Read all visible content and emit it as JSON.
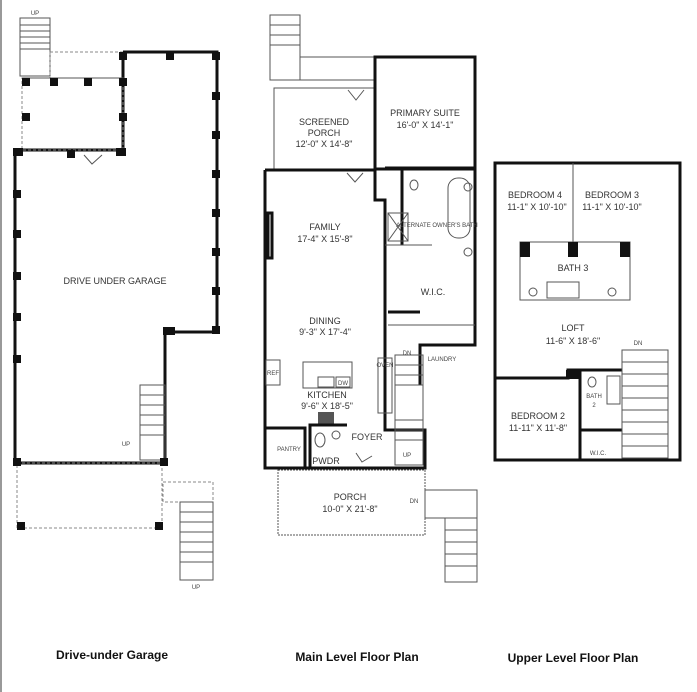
{
  "garage": {
    "room": "DRIVE UNDER GARAGE",
    "up_top": "UP",
    "up_stair": "UP",
    "up_bottom": "UP",
    "caption": "Drive-under Garage"
  },
  "main": {
    "screened_porch": {
      "name1": "SCREENED",
      "name2": "PORCH",
      "dims": "12'-0\" X 14'-8\""
    },
    "primary_suite": {
      "name": "PRIMARY SUITE",
      "dims": "16'-0\" X 14'-1\""
    },
    "family": {
      "name": "FAMILY",
      "dims": "17-4\" X 15'-8\""
    },
    "dining": {
      "name": "DINING",
      "dims": "9'-3\" X 17'-4\""
    },
    "kitchen": {
      "name": "KITCHEN",
      "dims": "9'-6\" X 18'-5\""
    },
    "wic": "W.I.C.",
    "laundry": "LAUNDRY",
    "foyer": "FOYER",
    "pwdr": "PWDR",
    "pantry": "PANTRY",
    "refrigerator": "REF",
    "oven": "OVEN",
    "dishwasher": "DW",
    "alt_bath": "ALTERNATE OWNER'S BATH",
    "dn_stair": "DN",
    "up_stair": "UP",
    "porch": {
      "name": "PORCH",
      "dims": "10-0\" X 21'-8\""
    },
    "porch_dn": "DN",
    "caption": "Main Level Floor Plan"
  },
  "upper": {
    "bedroom4": {
      "name": "BEDROOM 4",
      "dims": "11-1\" X 10'-10\""
    },
    "bedroom3": {
      "name": "BEDROOM 3",
      "dims": "11-1\" X 10'-10\""
    },
    "bath3": "BATH 3",
    "loft": {
      "name": "LOFT",
      "dims": "11-6\" X 18'-6\""
    },
    "bedroom2": {
      "name": "BEDROOM 2",
      "dims": "11-11\" X 11'-8\""
    },
    "bath2_1": "BATH",
    "bath2_2": "2",
    "wic": "W.I.C.",
    "dn": "DN",
    "caption": "Upper Level Floor Plan"
  }
}
